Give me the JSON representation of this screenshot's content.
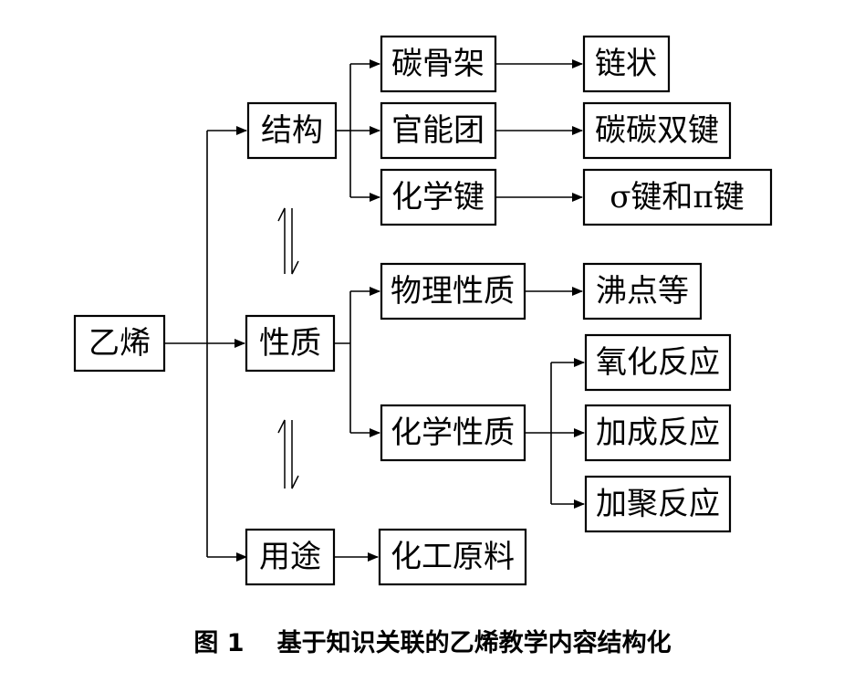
{
  "nodes": {
    "ethylene": "乙烯",
    "structure": "结构",
    "properties": "性质",
    "uses": "用途",
    "carbon_skeleton": "碳骨架",
    "functional_group": "官能团",
    "chemical_bond": "化学键",
    "chain_like": "链状",
    "cc_double_bond": "碳碳双键",
    "sigma_pi_bond": "σ键和π键",
    "physical_properties": "物理性质",
    "chemical_properties": "化学性质",
    "boiling_point_etc": "沸点等",
    "oxidation_reaction": "氧化反应",
    "addition_reaction": "加成反应",
    "polymerization_reaction": "加聚反应",
    "chemical_raw_material": "化工原料"
  },
  "caption": {
    "label": "图 1",
    "text": "基于知识关联的乙烯教学内容结构化"
  }
}
